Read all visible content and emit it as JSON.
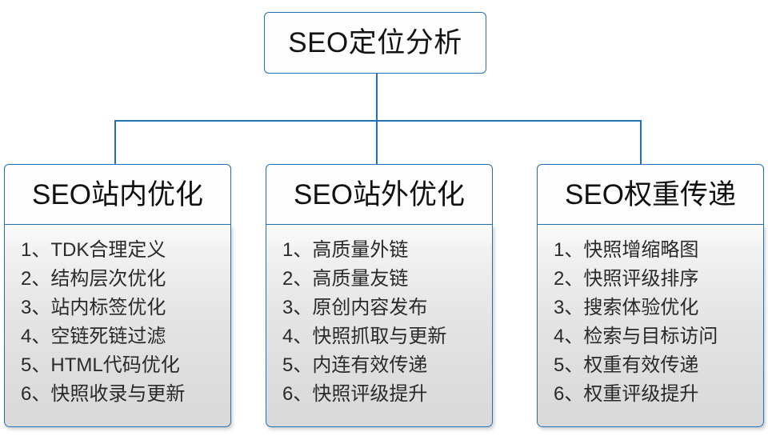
{
  "diagram": {
    "root": {
      "title": "SEO定位分析"
    },
    "separator": "、",
    "colors": {
      "border": "#1f72b8",
      "header_bg": "#fdfdfd",
      "body_bg_top": "#fcfcfc",
      "body_bg_bottom": "#d9d9d9",
      "text": "#111111"
    },
    "columns": [
      {
        "header": "SEO站内优化",
        "items": [
          {
            "index": "1",
            "label": "TDK合理定义"
          },
          {
            "index": "2",
            "label": "结构层次优化"
          },
          {
            "index": "3",
            "label": "站内标签优化"
          },
          {
            "index": "4",
            "label": "空链死链过滤"
          },
          {
            "index": "5",
            "label": "HTML代码优化"
          },
          {
            "index": "6",
            "label": "快照收录与更新"
          }
        ]
      },
      {
        "header": "SEO站外优化",
        "items": [
          {
            "index": "1",
            "label": "高质量外链"
          },
          {
            "index": "2",
            "label": "高质量友链"
          },
          {
            "index": "3",
            "label": "原创内容发布"
          },
          {
            "index": "4",
            "label": "快照抓取与更新"
          },
          {
            "index": "5",
            "label": "内连有效传递"
          },
          {
            "index": "6",
            "label": "快照评级提升"
          }
        ]
      },
      {
        "header": "SEO权重传递",
        "items": [
          {
            "index": "1",
            "label": "快照增缩略图"
          },
          {
            "index": "2",
            "label": "快照评级排序"
          },
          {
            "index": "3",
            "label": "搜索体验优化"
          },
          {
            "index": "4",
            "label": "检索与目标访问"
          },
          {
            "index": "5",
            "label": "权重有效传递"
          },
          {
            "index": "6",
            "label": "权重评级提升"
          }
        ]
      }
    ]
  }
}
